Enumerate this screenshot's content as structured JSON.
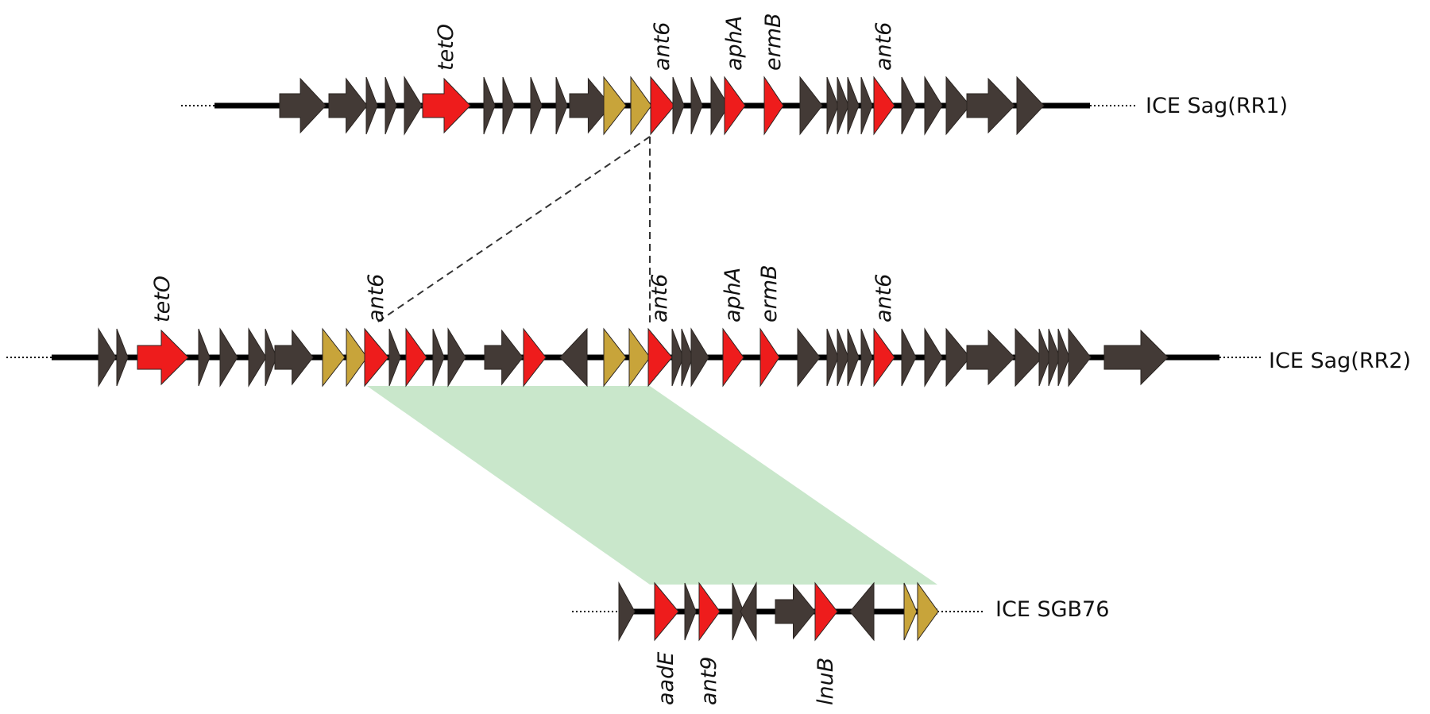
{
  "colors": {
    "other": "#433a36",
    "resistance": "#ee1c1c",
    "mobile": "#c8a43a",
    "homology": "#c6e6c8",
    "backbone": "#000000"
  },
  "tracks": [
    {
      "id": "rr1",
      "name": "ICE Sag(RR1)",
      "genes": [
        {
          "type": "other",
          "shape": "arrow"
        },
        {
          "type": "other",
          "shape": "arrow"
        },
        {
          "type": "other",
          "shape": "tri"
        },
        {
          "type": "other",
          "shape": "tri"
        },
        {
          "type": "other",
          "shape": "tri"
        },
        {
          "type": "resistance",
          "shape": "arrow",
          "label": "tetO"
        },
        {
          "type": "other",
          "shape": "tri"
        },
        {
          "type": "other",
          "shape": "tri"
        },
        {
          "type": "other",
          "shape": "tri"
        },
        {
          "type": "other",
          "shape": "tri"
        },
        {
          "type": "other",
          "shape": "arrow"
        },
        {
          "type": "mobile",
          "shape": "tri"
        },
        {
          "type": "mobile",
          "shape": "tri"
        },
        {
          "type": "resistance",
          "shape": "tri",
          "label": "ant6"
        },
        {
          "type": "other",
          "shape": "tri"
        },
        {
          "type": "other",
          "shape": "tri"
        },
        {
          "type": "other",
          "shape": "tri"
        },
        {
          "type": "resistance",
          "shape": "tri",
          "label": "aphA"
        },
        {
          "type": "resistance",
          "shape": "tri",
          "label": "ermB"
        },
        {
          "type": "other",
          "shape": "tri"
        },
        {
          "type": "other",
          "shape": "tri"
        },
        {
          "type": "other",
          "shape": "tri"
        },
        {
          "type": "other",
          "shape": "tri"
        },
        {
          "type": "other",
          "shape": "tri"
        },
        {
          "type": "resistance",
          "shape": "tri",
          "label": "ant6"
        },
        {
          "type": "other",
          "shape": "tri"
        },
        {
          "type": "other",
          "shape": "tri"
        },
        {
          "type": "other",
          "shape": "tri"
        },
        {
          "type": "other",
          "shape": "arrow"
        },
        {
          "type": "other",
          "shape": "tri"
        }
      ]
    },
    {
      "id": "rr2",
      "name": "ICE Sag(RR2)",
      "genes": [
        {
          "type": "other",
          "shape": "tri"
        },
        {
          "type": "other",
          "shape": "tri"
        },
        {
          "type": "resistance",
          "shape": "arrow",
          "label": "tetO"
        },
        {
          "type": "other",
          "shape": "tri"
        },
        {
          "type": "other",
          "shape": "tri"
        },
        {
          "type": "other",
          "shape": "tri"
        },
        {
          "type": "other",
          "shape": "tri"
        },
        {
          "type": "other",
          "shape": "arrow"
        },
        {
          "type": "mobile",
          "shape": "tri"
        },
        {
          "type": "mobile",
          "shape": "tri"
        },
        {
          "type": "resistance",
          "shape": "tri",
          "label": "ant6"
        },
        {
          "type": "other",
          "shape": "tri"
        },
        {
          "type": "resistance",
          "shape": "tri"
        },
        {
          "type": "other",
          "shape": "tri"
        },
        {
          "type": "other",
          "shape": "tri"
        },
        {
          "type": "other",
          "shape": "arrow"
        },
        {
          "type": "resistance",
          "shape": "tri"
        },
        {
          "type": "other",
          "shape": "tri",
          "reverse": true
        },
        {
          "type": "mobile",
          "shape": "tri"
        },
        {
          "type": "mobile",
          "shape": "tri"
        },
        {
          "type": "resistance",
          "shape": "tri",
          "label": "ant6"
        },
        {
          "type": "other",
          "shape": "tri"
        },
        {
          "type": "other",
          "shape": "tri"
        },
        {
          "type": "other",
          "shape": "tri"
        },
        {
          "type": "resistance",
          "shape": "tri",
          "label": "aphA"
        },
        {
          "type": "resistance",
          "shape": "tri",
          "label": "ermB"
        },
        {
          "type": "other",
          "shape": "tri"
        },
        {
          "type": "other",
          "shape": "tri"
        },
        {
          "type": "other",
          "shape": "tri"
        },
        {
          "type": "other",
          "shape": "tri"
        },
        {
          "type": "other",
          "shape": "tri"
        },
        {
          "type": "resistance",
          "shape": "tri",
          "label": "ant6"
        },
        {
          "type": "other",
          "shape": "tri"
        },
        {
          "type": "other",
          "shape": "tri"
        },
        {
          "type": "other",
          "shape": "tri"
        },
        {
          "type": "other",
          "shape": "arrow"
        },
        {
          "type": "other",
          "shape": "tri"
        },
        {
          "type": "other",
          "shape": "tri"
        },
        {
          "type": "other",
          "shape": "tri"
        },
        {
          "type": "other",
          "shape": "tri"
        },
        {
          "type": "other",
          "shape": "tri"
        },
        {
          "type": "other",
          "shape": "arrow"
        }
      ]
    },
    {
      "id": "sgb76",
      "name": "ICE SGB76",
      "genes": [
        {
          "type": "other",
          "shape": "tri"
        },
        {
          "type": "resistance",
          "shape": "tri",
          "label": "aadE"
        },
        {
          "type": "other",
          "shape": "tri"
        },
        {
          "type": "resistance",
          "shape": "tri",
          "label": "ant9"
        },
        {
          "type": "other",
          "shape": "tri"
        },
        {
          "type": "other",
          "shape": "tri",
          "reverse": true
        },
        {
          "type": "other",
          "shape": "arrow"
        },
        {
          "type": "resistance",
          "shape": "tri",
          "label": "lnuB"
        },
        {
          "type": "other",
          "shape": "tri",
          "reverse": true
        },
        {
          "type": "mobile",
          "shape": "tri"
        },
        {
          "type": "mobile",
          "shape": "tri"
        }
      ]
    }
  ]
}
